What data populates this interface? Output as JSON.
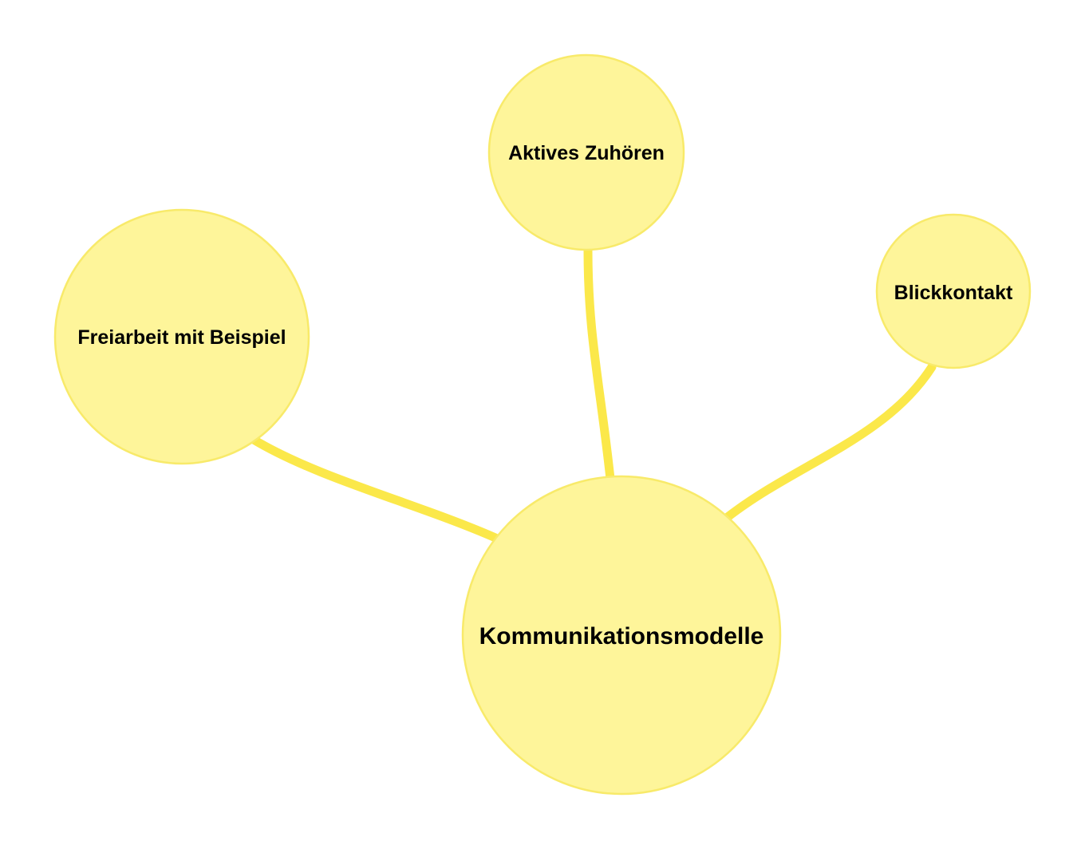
{
  "colors": {
    "background": "#ffffff",
    "node_fill": "#fef59a",
    "node_stroke": "#f8ea6a",
    "connector": "#fbe84a",
    "text": "#000000"
  },
  "central_topic": {
    "label": "Kommunikationsmodelle"
  },
  "branches": [
    {
      "id": "freiarbeit",
      "label": "Freiarbeit mit Beispiel"
    },
    {
      "id": "aktives",
      "label": "Aktives Zuhören"
    },
    {
      "id": "blick",
      "label": "Blickkontakt"
    }
  ]
}
